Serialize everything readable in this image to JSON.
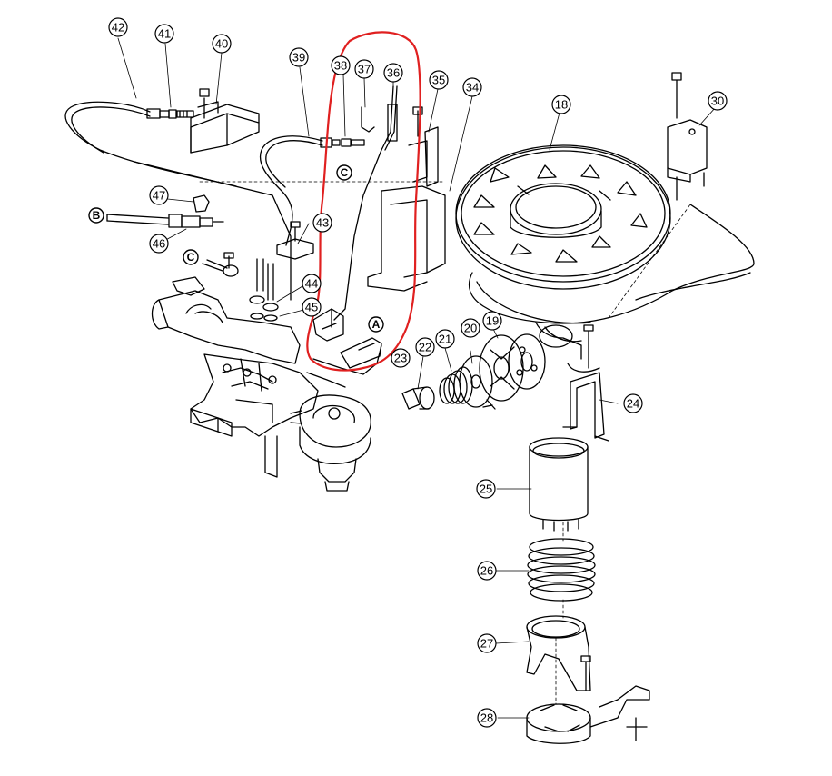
{
  "colors": {
    "line": "#000000",
    "highlight": "#e02020",
    "background": "#ffffff"
  },
  "callouts": [
    "42",
    "41",
    "40",
    "39",
    "38",
    "37",
    "36",
    "35",
    "34",
    "18",
    "30",
    "47",
    "46",
    "43",
    "44",
    "45",
    "20",
    "19",
    "22",
    "21",
    "23",
    "24",
    "25",
    "26",
    "27",
    "28"
  ],
  "connection_tags": [
    "B",
    "C",
    "C",
    "A"
  ],
  "highlight": {
    "description_shown": false
  }
}
